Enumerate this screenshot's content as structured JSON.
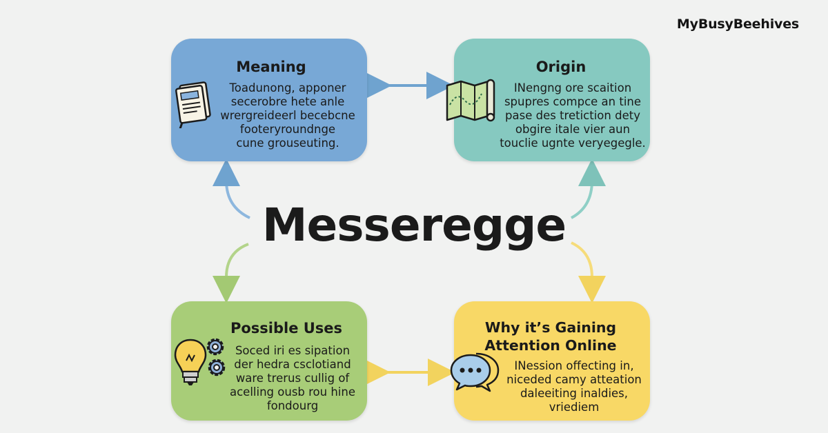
{
  "brand": "MyBusyBeehives",
  "center_title": "Messeregge",
  "colors": {
    "meaning": "#78a8d6",
    "origin": "#86c9c0",
    "uses": "#a8cd78",
    "why": "#f8d866"
  },
  "cards": {
    "meaning": {
      "title": "Meaning",
      "icon": "document-icon",
      "lines": [
        "Toadunong, apponer",
        "secerobre hete anle",
        "wrergreideerl becebcne",
        "footeryroundnge",
        "cune grouseuting."
      ]
    },
    "origin": {
      "title": "Origin",
      "icon": "map-icon",
      "lines": [
        "INengng ore scaition",
        "spupres compce an tine",
        "pase des tretiction dety",
        "obgire itale vier aun",
        "touclie ugnte veryegegle."
      ]
    },
    "uses": {
      "title": "Possible Uses",
      "icon": "lightbulb-gears-icon",
      "lines": [
        "Soced iri es sipation",
        "der hedra csclotiand",
        "ware trerus cullig of",
        "acelling ousb rou hine",
        "fondourg"
      ]
    },
    "why": {
      "title": "Why it’s Gaining Attention Online",
      "icon": "chat-bubbles-icon",
      "lines": [
        "INession offecting in,",
        "niceded camy atteation",
        "daleeiting inaldies,",
        "vriediem"
      ]
    }
  }
}
